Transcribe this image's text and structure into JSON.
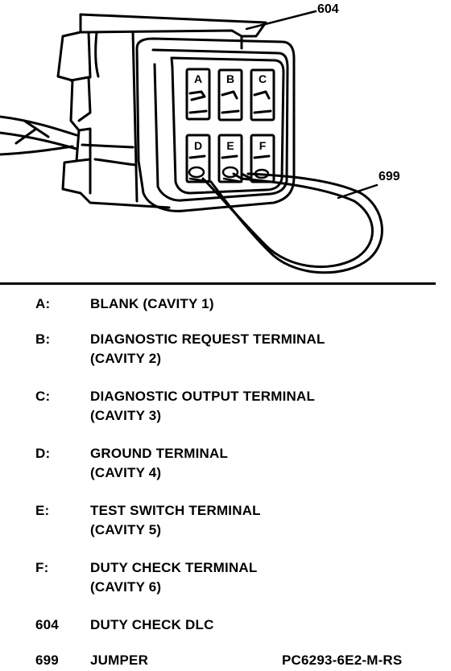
{
  "callouts": {
    "connector": "604",
    "jumper": "699"
  },
  "cavity_letters": [
    "A",
    "B",
    "C",
    "D",
    "E",
    "F"
  ],
  "legend": [
    {
      "code": "A:",
      "line1": "BLANK (CAVITY 1)",
      "line2": ""
    },
    {
      "code": "B:",
      "line1": "DIAGNOSTIC REQUEST TERMINAL",
      "line2": "(CAVITY 2)"
    },
    {
      "code": "C:",
      "line1": "DIAGNOSTIC OUTPUT TERMINAL",
      "line2": "(CAVITY 3)"
    },
    {
      "code": "D:",
      "line1": "GROUND TERMINAL",
      "line2": "(CAVITY 4)"
    },
    {
      "code": "E:",
      "line1": "TEST SWITCH TERMINAL",
      "line2": "(CAVITY 5)"
    },
    {
      "code": "F:",
      "line1": "DUTY CHECK TERMINAL",
      "line2": "(CAVITY 6)"
    },
    {
      "code": "604",
      "line1": "DUTY CHECK DLC",
      "line2": ""
    },
    {
      "code": "699",
      "line1": "JUMPER",
      "line2": ""
    }
  ],
  "figure_id": "PC6293-6E2-M-RS"
}
